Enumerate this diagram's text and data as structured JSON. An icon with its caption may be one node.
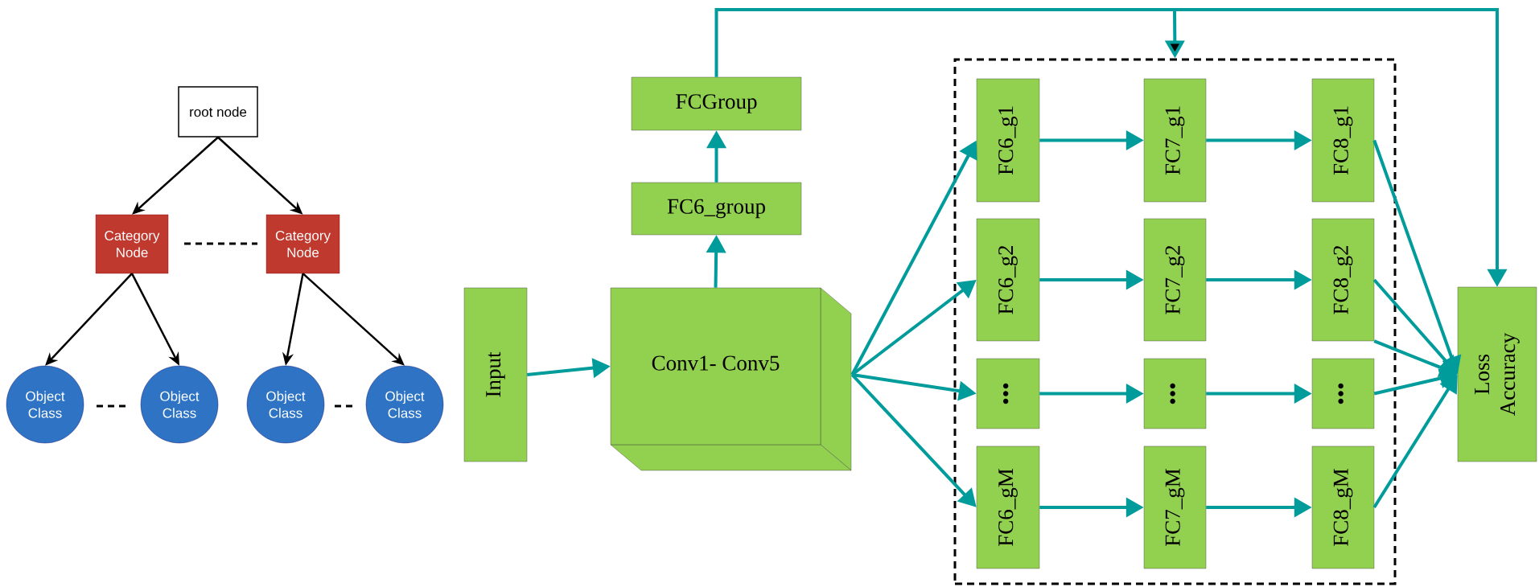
{
  "diagram": {
    "nodes": [
      {
        "text": [
          "root node"
        ]
      },
      {
        "text": [
          "Category Node"
        ]
      },
      {
        "text": [
          "Category Node"
        ]
      },
      {
        "text": [
          "Object Class"
        ]
      },
      {
        "text": [
          "Object Class"
        ]
      },
      {
        "text": [
          "Object Class"
        ]
      },
      {
        "text": [
          "Object Class"
        ]
      },
      {
        "text": [
          "Input"
        ]
      },
      {
        "text": [
          "Conv1- Conv5"
        ]
      },
      {
        "text": [
          "FC6_group"
        ]
      },
      {
        "text": [
          "FCGroup"
        ]
      },
      {
        "text": [],
        "shape": "box"
      },
      {
        "text": [
          "FC6_g1"
        ],
        "in": 11
      },
      {
        "text": [
          "FC7_g1"
        ],
        "in": 11
      },
      {
        "text": [
          "FC8_g1"
        ],
        "in": 11
      },
      {
        "text": [
          "FC6_g2"
        ],
        "in": 11
      },
      {
        "text": [
          "FC7_g2"
        ],
        "in": 11
      },
      {
        "text": [
          "FC8_g2"
        ],
        "in": 11
      },
      {
        "text": [
          "•••"
        ],
        "in": 11
      },
      {
        "text": [
          "•••"
        ],
        "in": 11
      },
      {
        "text": [
          "•••"
        ],
        "in": 11
      },
      {
        "text": [
          "FC6_gM"
        ],
        "in": 11
      },
      {
        "text": [
          "FC7_gM"
        ],
        "in": 11
      },
      {
        "text": [
          "FC8_gM"
        ],
        "in": 11
      },
      {
        "text": [
          "Loss Accuracy"
        ]
      }
    ],
    "edges": [
      {
        "from": 0,
        "to": 1,
        "arrow": "to",
        "color": "#000000"
      },
      {
        "from": 0,
        "to": 2,
        "arrow": "to",
        "color": "#000000"
      },
      {
        "from": 1,
        "to": 3,
        "arrow": "to",
        "color": "#000000"
      },
      {
        "from": 1,
        "to": 4,
        "arrow": "to",
        "color": "#000000"
      },
      {
        "from": 2,
        "to": 5,
        "arrow": "to",
        "color": "#000000"
      },
      {
        "from": 2,
        "to": 6,
        "arrow": "to",
        "color": "#000000"
      },
      {
        "from": 7,
        "to": 8,
        "arrow": "to"
      },
      {
        "from": 8,
        "to": 9,
        "arrow": "to"
      },
      {
        "from": 9,
        "to": 10,
        "arrow": "to"
      },
      {
        "from": 10,
        "to": 11,
        "arrow": "to"
      },
      {
        "from": 10,
        "to": 24,
        "arrow": "to"
      },
      {
        "from": 8,
        "to": 12,
        "arrow": "to"
      },
      {
        "from": 8,
        "to": 15,
        "arrow": "to"
      },
      {
        "from": 8,
        "to": 18,
        "arrow": "to"
      },
      {
        "from": 8,
        "to": 21,
        "arrow": "to"
      },
      {
        "from": 12,
        "to": 13,
        "arrow": "to"
      },
      {
        "from": 13,
        "to": 14,
        "arrow": "to"
      },
      {
        "from": 15,
        "to": 16,
        "arrow": "to"
      },
      {
        "from": 16,
        "to": 17,
        "arrow": "to"
      },
      {
        "from": 18,
        "to": 19,
        "arrow": "to"
      },
      {
        "from": 19,
        "to": 20,
        "arrow": "to"
      },
      {
        "from": 21,
        "to": 22,
        "arrow": "to"
      },
      {
        "from": 22,
        "to": 23,
        "arrow": "to"
      },
      {
        "from": 14,
        "to": 24,
        "arrow": "to"
      },
      {
        "from": 17,
        "to": 24,
        "arrow": "to"
      },
      {
        "from": 17,
        "to": 24,
        "arrow": "to"
      },
      {
        "from": 20,
        "to": 24,
        "arrow": "to"
      },
      {
        "from": 23,
        "to": 24,
        "arrow": "to"
      }
    ]
  }
}
